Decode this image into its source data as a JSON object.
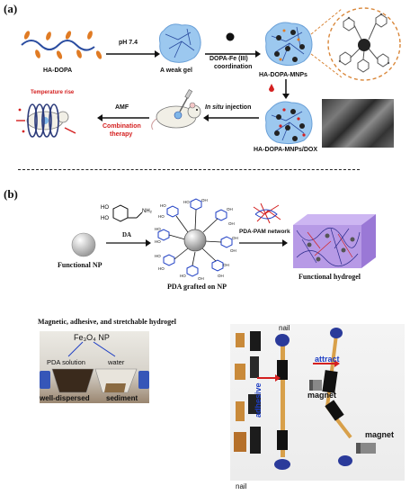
{
  "panel_a": {
    "label": "(a)",
    "ha_dopa": "HA-DOPA",
    "ph": "pH 7.4",
    "weak_gel": "A weak gel",
    "coord_line1": "DOPA-Fe (III)",
    "coord_line2": "coordination",
    "mnps": "HA-DOPA-MNPs",
    "temp_rise": "Temperature rise",
    "amf": "AMF",
    "combo_line1": "Combination",
    "combo_line2": "therapy",
    "insitu_em": "In situ",
    "injection": " injection",
    "mnps_dox": "HA-DOPA-MNPs/DOX"
  },
  "panel_b": {
    "label": "(b)",
    "functional_np": "Functional NP",
    "da": "DA",
    "pda_grafted": "PDA grafted on NP",
    "pda_pam": "PDA-PAM network",
    "functional_hydrogel": "Functional hydrogel",
    "photo_title": "Magnetic, adhesive, and stretchable hydrogel",
    "fe3o4": "Fe₃O₄  NP",
    "pda_solution": "PDA solution",
    "water": "water",
    "well_dispersed": "well-dispersed",
    "sediment": "sediment",
    "nail_top": "nail",
    "nail_bottom": "nail",
    "adhesive": "adhesive",
    "attract": "attract",
    "magnet1": "magnet",
    "magnet2": "magnet"
  },
  "colors": {
    "accent_red": "#d42020",
    "attract_blue": "#1f3fc4",
    "gel_blue": "#7fb6e8",
    "hydrogel_purple": "#b79ae6"
  }
}
